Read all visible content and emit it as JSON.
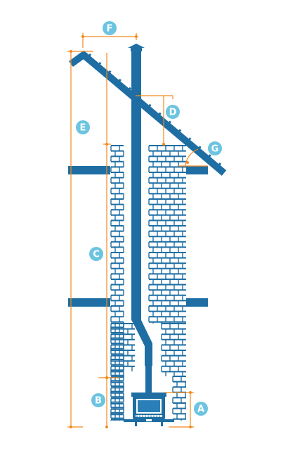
{
  "colors": {
    "structure": "#1e6ea3",
    "dimension": "#f28a1e",
    "badge": "#6cc4e0",
    "badge_text": "#ffffff",
    "stove_fill": "#2a7fb8"
  },
  "labels": {
    "A": "A",
    "B": "B",
    "C": "C",
    "D": "D",
    "E": "E",
    "F": "F",
    "G": "G"
  }
}
